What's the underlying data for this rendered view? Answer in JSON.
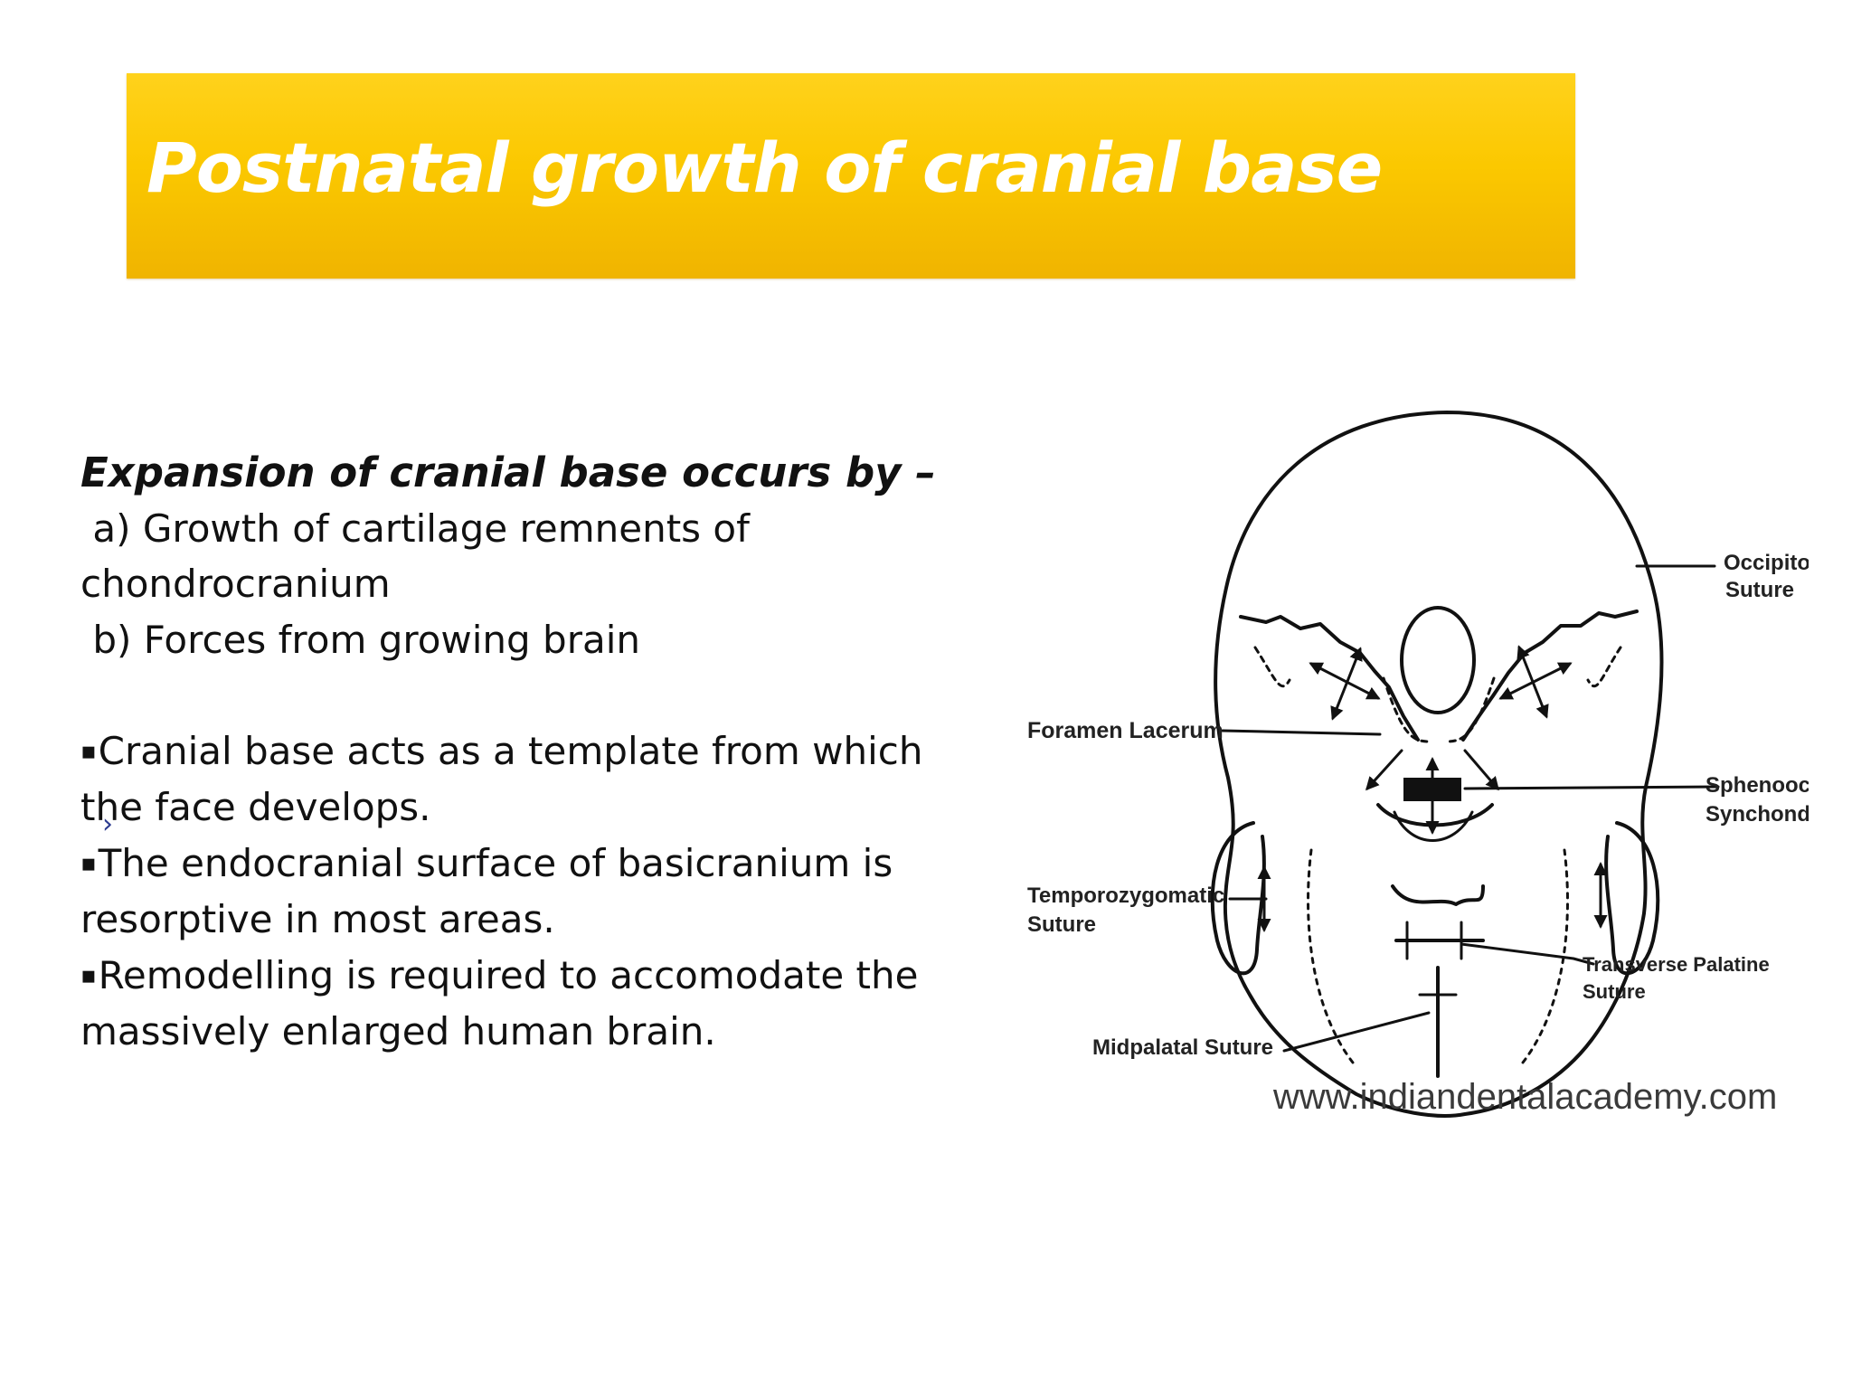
{
  "slide": {
    "title": "Postnatal growth of cranial base",
    "accent_color": "#fbc800"
  },
  "content": {
    "heading": "Expansion of cranial base occurs by –",
    "line_a1": " a) Growth of cartilage remnents of",
    "line_a2": "chondrocranium",
    "line_b": " b) Forces from growing brain",
    "bullet_marker": "▪",
    "bullet1_l1": "Cranial base acts as a template from which",
    "bullet1_l2": "the face develops.",
    "bullet2_l1": "The endocranial surface of basicranium is",
    "bullet2_l2": "resorptive in most areas.",
    "bullet3_l1": "Remodelling is required to accomodate the",
    "bullet3_l2": "massively enlarged human brain."
  },
  "diagram": {
    "labels": {
      "occipitomastoid_1": "Occipitomastoid",
      "occipitomastoid_2": "Suture",
      "foramen_lacerum": "Foramen Lacerum",
      "sphenooccipital_1": "Sphenooccipital",
      "sphenooccipital_2": "Synchondrosis",
      "temporozygomatic_1": "Temporozygomatic",
      "temporozygomatic_2": "Suture",
      "transverse_palatine_1": "Transverse Palatine",
      "transverse_palatine_2": "Suture",
      "midpalatal": "Midpalatal Suture"
    },
    "watermark": "www.indiandentalacademy.com",
    "icon": "skull-base-diagram"
  }
}
